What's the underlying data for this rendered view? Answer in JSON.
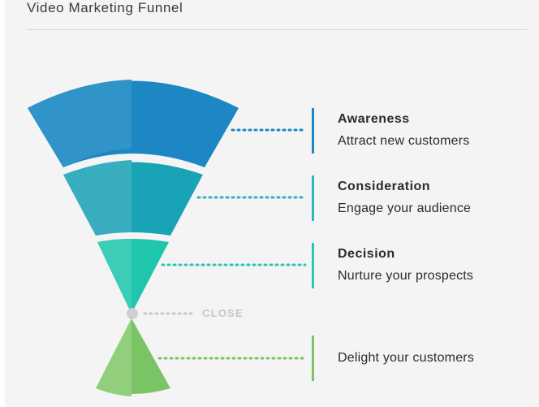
{
  "title": "Video Marketing Funnel",
  "stages": [
    {
      "heading": "Awareness",
      "text": "Attract new customers",
      "color": "#1f7fbd"
    },
    {
      "heading": "Consideration",
      "text": "Engage your audience",
      "color": "#2fa8b8"
    },
    {
      "heading": "Decision",
      "text": "Nurture your prospects",
      "color": "#2cc5a8"
    }
  ],
  "close_label": "CLOSE",
  "delight": {
    "text": "Delight your customers",
    "color": "#7dc265"
  }
}
